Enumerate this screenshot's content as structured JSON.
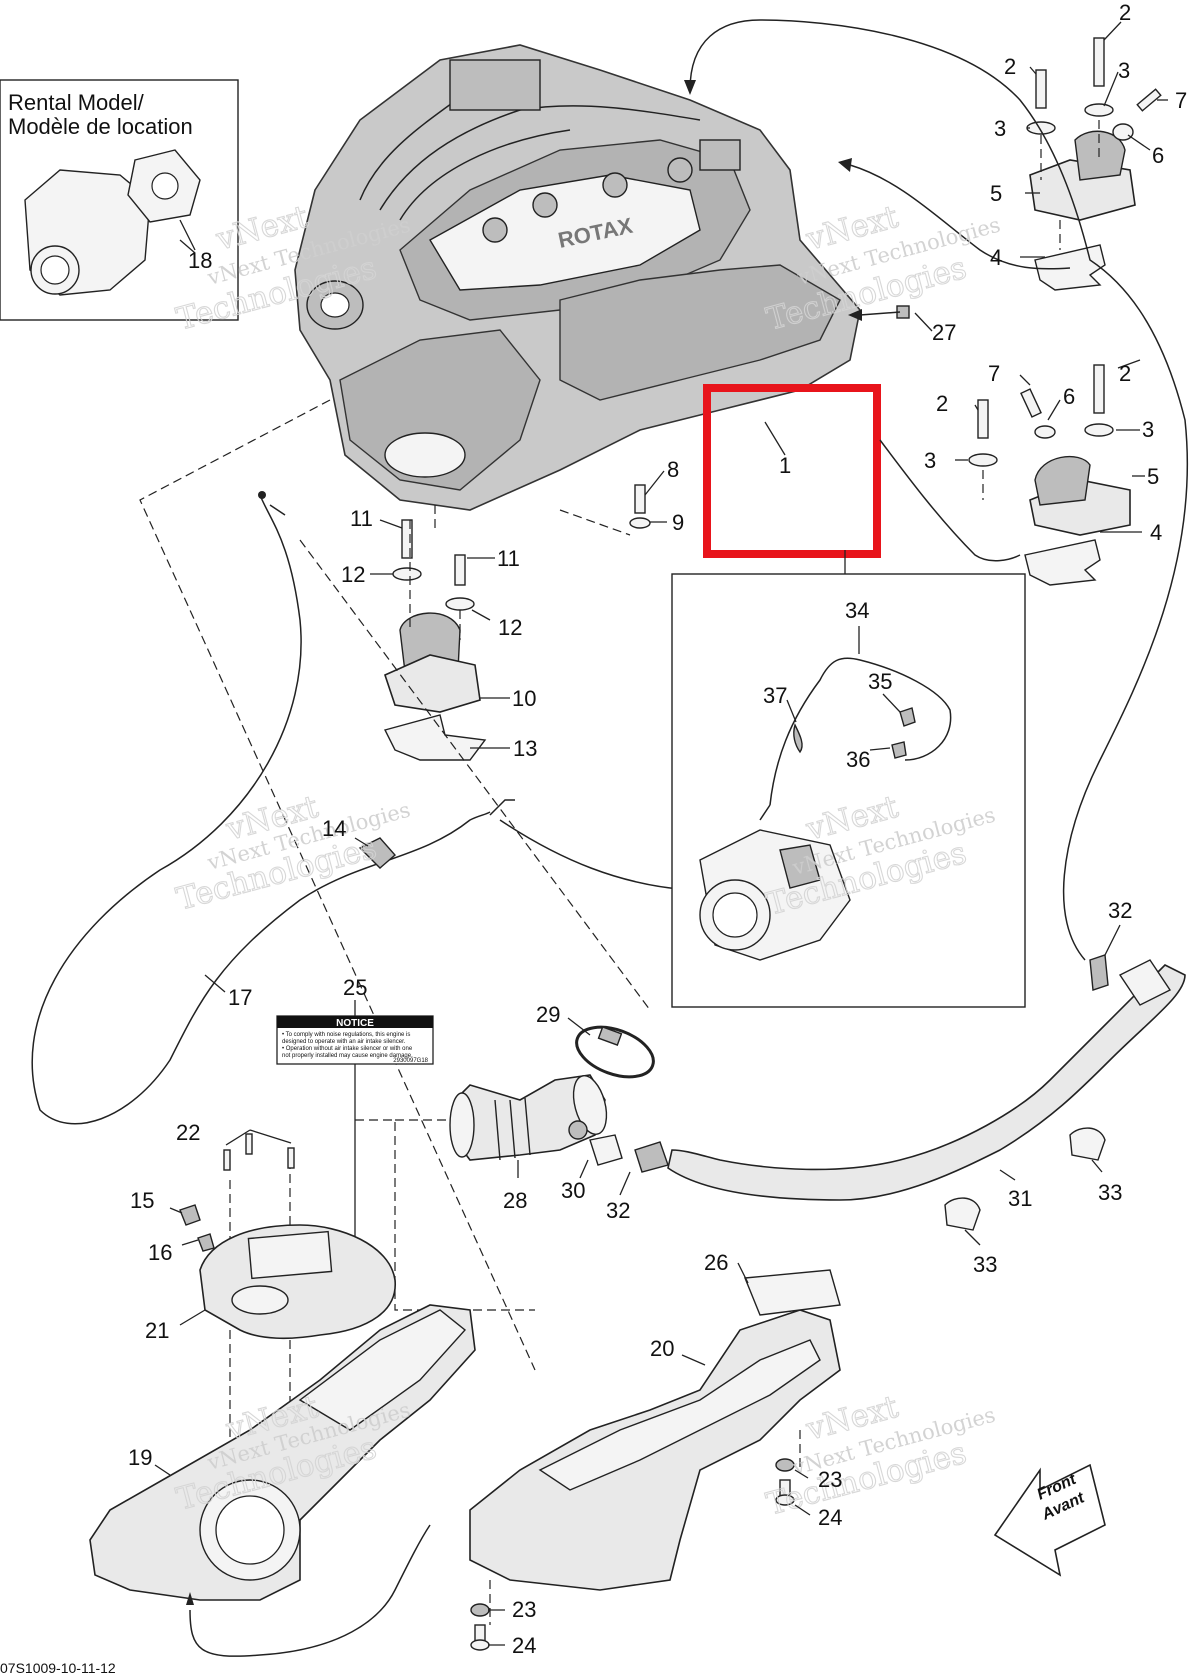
{
  "inset_rental": {
    "title_line1": "Rental Model/",
    "title_line2": "Modèle de location"
  },
  "watermark": {
    "line1": "vNext",
    "line2": "vNext Technologies",
    "line3": "Technologies"
  },
  "notice_decal": {
    "heading": "NOTICE",
    "lines": [
      "• To comply with noise regulations, this engine is",
      "designed to operate with an air intake silencer.",
      "• Operation without air intake silencer or with one",
      "not properly installed may cause engine damage."
    ],
    "code": "2930097G18"
  },
  "front_arrow": {
    "line1": "Front",
    "line2": "Avant"
  },
  "highlight_color": "#e8141b",
  "callouts": {
    "c1": "1",
    "c2": "2",
    "c3": "3",
    "c4": "4",
    "c5": "5",
    "c6": "6",
    "c7": "7",
    "c8": "8",
    "c9": "9",
    "c10": "10",
    "c11": "11",
    "c12": "12",
    "c13": "13",
    "c14": "14",
    "c15": "15",
    "c16": "16",
    "c17": "17",
    "c18": "18",
    "c19": "19",
    "c20": "20",
    "c21": "21",
    "c22": "22",
    "c23": "23",
    "c24": "24",
    "c25": "25",
    "c26": "26",
    "c27": "27",
    "c28": "28",
    "c29": "29",
    "c30": "30",
    "c31": "31",
    "c32": "32",
    "c33": "33",
    "c34": "34",
    "c35": "35",
    "c36": "36",
    "c37": "37"
  },
  "footer_code": "07S1009-10-11-12"
}
